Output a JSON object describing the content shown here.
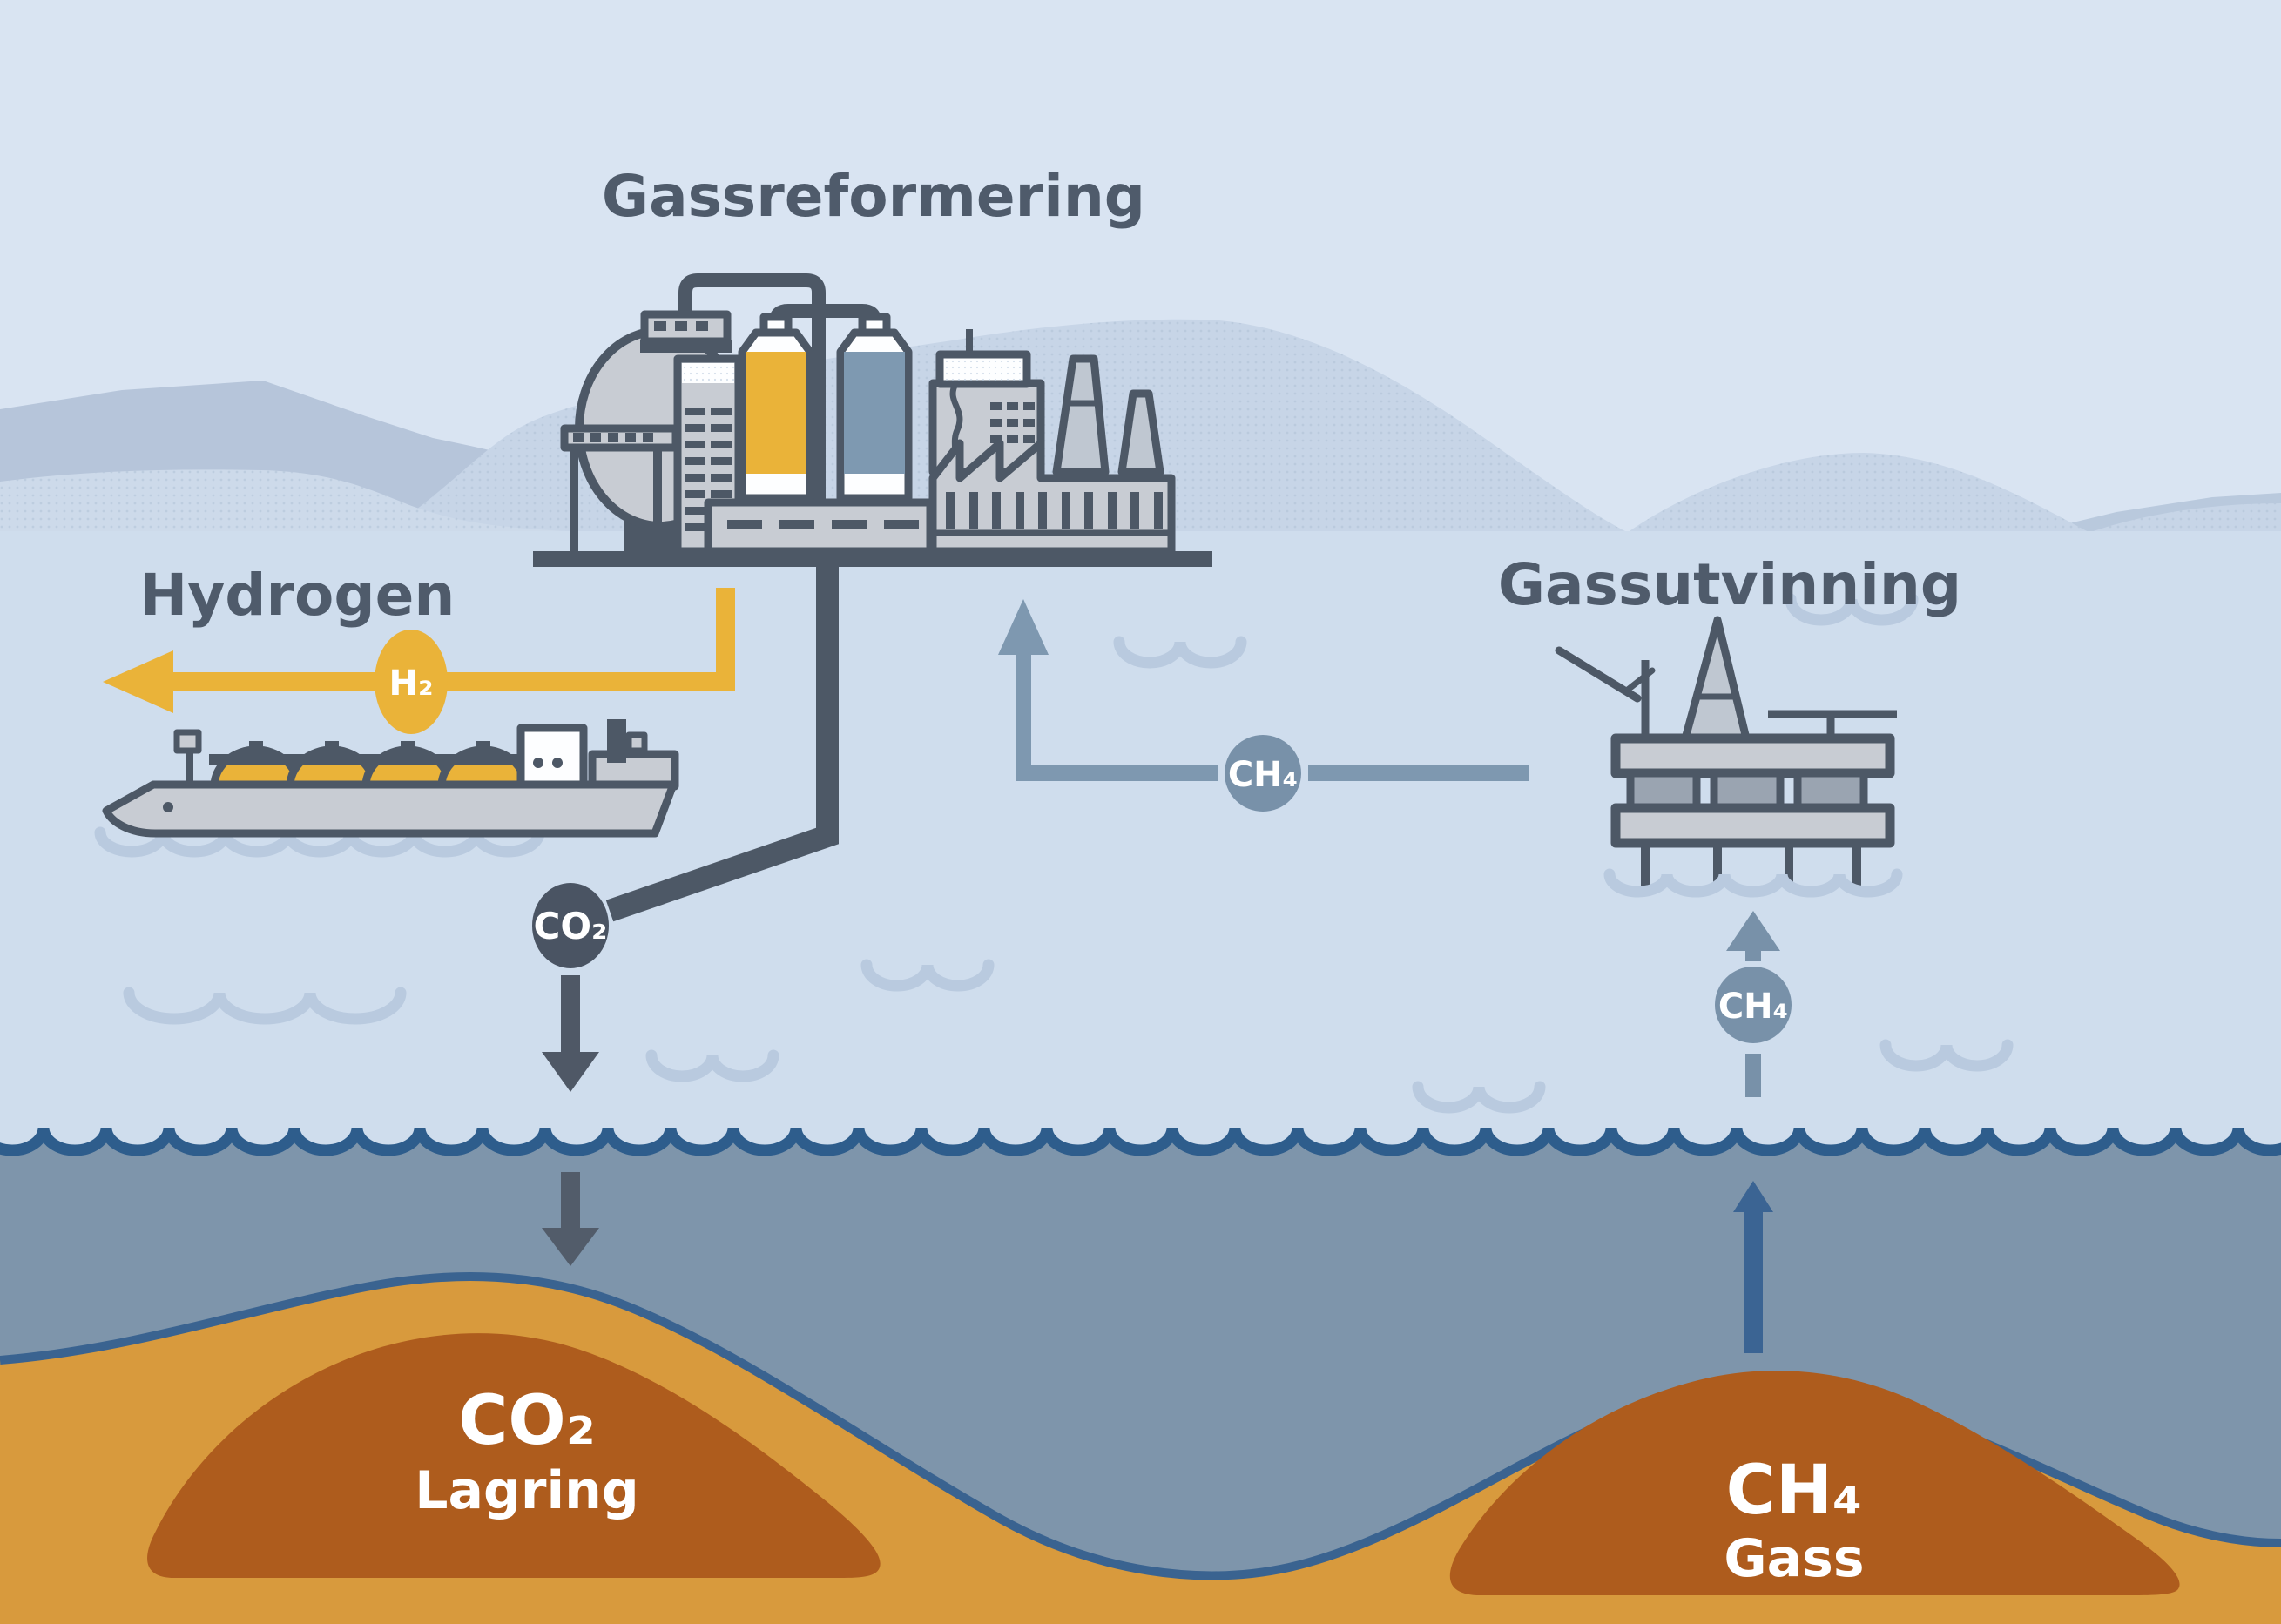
{
  "title": "Gassreformering",
  "labels": {
    "hydrogen": "Hydrogen",
    "gas_extraction": "Gassutvinning"
  },
  "badges": {
    "h2": "H₂",
    "co2": "CO₂",
    "ch4_pipeline": "CH₄",
    "ch4_riser": "CH₄"
  },
  "reservoirs": {
    "co2": {
      "formula": "CO₂",
      "name": "Lagring"
    },
    "ch4": {
      "formula": "CH₄",
      "name": "Gass"
    }
  },
  "colors": {
    "sky": "#d9e4f2",
    "sea_surface": "#cfdded",
    "underwater": "#7e95ab",
    "wave_line": "#2e5d8c",
    "wave_light": "#b9cadf",
    "mountain": "#b6c5da",
    "hill": "#c7d5e7",
    "hill_front": "#cddaea",
    "hill_far": "#b9c9dd",
    "outline": "#4d5866",
    "light_gray": "#c8ccd3",
    "mid_gray": "#9aa4b1",
    "white": "#fdfeff",
    "yellow": "#eab339",
    "steel_blue": "#7e99b1",
    "pipe_blue": "#7e98b0",
    "badge_blue": "#7891a9",
    "navy_arrow": "#3b6493",
    "dark_arrow": "#4f5866",
    "sand": "#d89a3d",
    "sand_line": "#3a6390",
    "reservoir": "#ae5c1d",
    "text_dark": "#4f5b6b"
  }
}
